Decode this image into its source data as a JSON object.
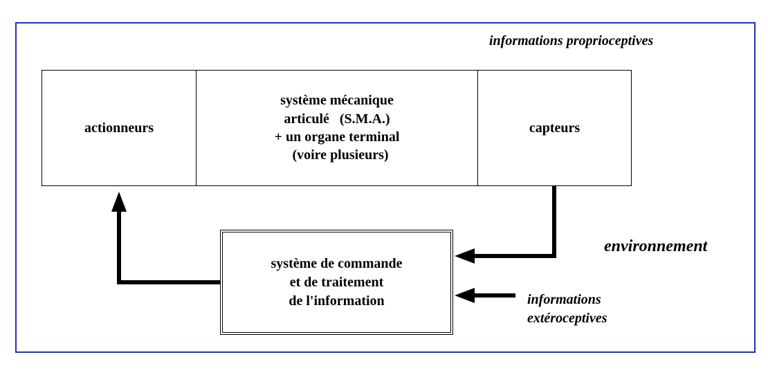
{
  "diagram": {
    "blocks": {
      "actionneurs": "actionneurs",
      "sma": "système mécanique\narticulé   (S.M.A.)\n+ un organe terminal\n  (voire plusieurs)",
      "capteurs": "capteurs",
      "commande": "système de commande\net de traitement\nde l'information"
    },
    "labels": {
      "proprioceptives": "informations proprioceptives",
      "environnement": "environnement",
      "exteroceptives": "informations\nextéroceptives"
    },
    "colors": {
      "frame_border": "#1a2fd6",
      "lines": "#000000"
    }
  }
}
